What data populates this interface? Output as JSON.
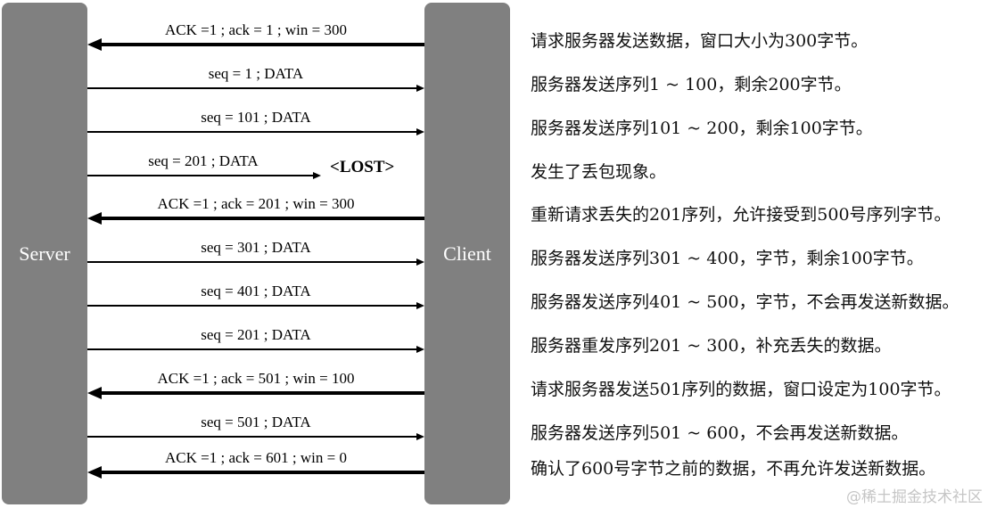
{
  "hosts": {
    "server": "Server",
    "client": "Client"
  },
  "messages": [
    {
      "label": "ACK =1 ; ack = 1 ; win = 300",
      "direction": "left",
      "note": "请求服务器发送数据，窗口大小为300字节。"
    },
    {
      "label": "seq = 1 ; DATA",
      "direction": "right",
      "note": "服务器发送序列1 ~ 100，剩余200字节。"
    },
    {
      "label": "seq = 101 ; DATA",
      "direction": "right",
      "note": "服务器发送序列101 ~ 200，剩余100字节。"
    },
    {
      "label": "seq = 201 ; DATA",
      "direction": "right",
      "lost": "<LOST>",
      "note": "发生了丢包现象。"
    },
    {
      "label": "ACK =1 ; ack = 201 ; win = 300",
      "direction": "left",
      "note": "重新请求丢失的201序列，允许接受到500号序列字节。"
    },
    {
      "label": "seq = 301 ; DATA",
      "direction": "right",
      "note": "服务器发送序列301 ~ 400，字节，剩余100字节。"
    },
    {
      "label": "seq = 401 ; DATA",
      "direction": "right",
      "note": "服务器发送序列401 ~ 500，字节，不会再发送新数据。"
    },
    {
      "label": "seq = 201 ; DATA",
      "direction": "right",
      "note": "服务器重发序列201 ~ 300，补充丢失的数据。"
    },
    {
      "label": "ACK =1 ; ack = 501 ; win = 100",
      "direction": "left",
      "note": "请求服务器发送501序列的数据，窗口设定为100字节。"
    },
    {
      "label": "seq = 501 ; DATA",
      "direction": "right",
      "note": "服务器发送序列501 ~ 600，不会再发送新数据。"
    },
    {
      "label": "ACK =1 ; ack = 601 ; win = 0",
      "direction": "left",
      "note": "确认了600号字节之前的数据，不再允许发送新数据。"
    }
  ],
  "watermark": "@稀土掘金技术社区"
}
